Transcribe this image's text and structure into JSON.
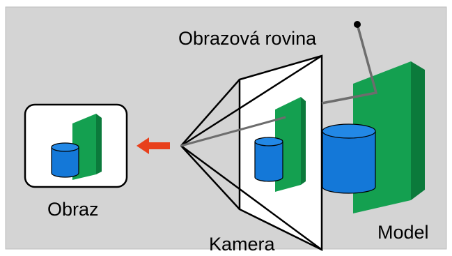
{
  "labels": {
    "image_plane": "Obrazová rovina",
    "image": "Obraz",
    "camera": "Kamera",
    "model": "Model"
  },
  "colors": {
    "background": "#d4d4d4",
    "green": "#14a050",
    "green_dark": "#0b7a3b",
    "blue": "#1478d8",
    "blue_dark": "#0d5fb0",
    "arrow": "#e8401c",
    "line_gray": "#6d6d6d"
  }
}
